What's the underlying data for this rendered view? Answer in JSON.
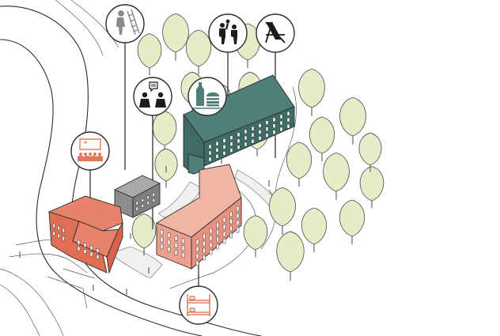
{
  "colors": {
    "background": "#ffffff",
    "line": "#2b2b2b",
    "tree_crown": "#e6ecc8",
    "building_teal_roof": "#4f7f78",
    "building_teal_wall": "#3f6c66",
    "building_salmon_roof": "#f1b5a6",
    "building_salmon_wall": "#eea08f",
    "building_red_roof": "#e8836b",
    "building_red_wall": "#df6e55",
    "building_grey_roof": "#a9a9a9",
    "building_grey_wall": "#8d8d8d",
    "icon_orange": "#e2775b",
    "icon_grey": "#8a8a8a",
    "icon_teal": "#4f7f78",
    "icon_dark": "#1c1c1c"
  },
  "icons": [
    {
      "id": "maintenance",
      "name": "worker-ladder-icon",
      "color": "icon_grey"
    },
    {
      "id": "sport",
      "name": "basketball-players-icon",
      "color": "icon_dark"
    },
    {
      "id": "relax",
      "name": "deck-chair-icon",
      "color": "icon_dark"
    },
    {
      "id": "meeting",
      "name": "conversation-icon",
      "color": "icon_dark"
    },
    {
      "id": "food",
      "name": "bottle-burger-icon",
      "color": "icon_teal"
    },
    {
      "id": "event",
      "name": "audience-screen-icon",
      "color": "icon_orange"
    },
    {
      "id": "sleep",
      "name": "bunk-bed-icon",
      "color": "icon_orange"
    }
  ],
  "buildings": [
    {
      "id": "teal",
      "name": "teal-building"
    },
    {
      "id": "salmon",
      "name": "salmon-building"
    },
    {
      "id": "red",
      "name": "red-building"
    },
    {
      "id": "grey",
      "name": "grey-building"
    }
  ]
}
